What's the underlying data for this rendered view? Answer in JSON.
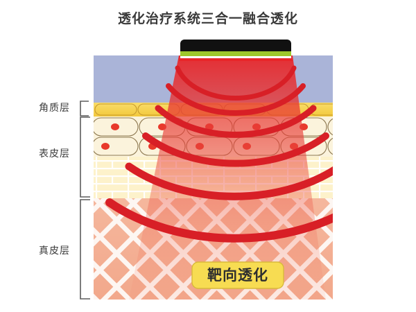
{
  "page": {
    "title": "透化治疗系统三合一融合透化",
    "background_color": "#ffffff"
  },
  "diagram": {
    "name": "skin-penetration-diagram",
    "labels": [
      {
        "id": "stratum-corneum",
        "text": "角质层"
      },
      {
        "id": "epidermis",
        "text": "表皮层"
      },
      {
        "id": "dermis",
        "text": "真皮层"
      }
    ],
    "badge": {
      "text": "靶向透化",
      "fill": "#f7dc52",
      "stroke": "#d8b93a",
      "text_color": "#2f2f2f"
    },
    "device": {
      "name": "treatment-probe",
      "body_color": "#111111",
      "accent_color": "#9ec72b",
      "emitter_color": "#e8262a"
    },
    "colors": {
      "sky": "#aab4d8",
      "corneum": "#f7d24f",
      "corneum_stroke": "#c99b2d",
      "cell_fill": "#fbf3dc",
      "cell_stroke": "#9a8256",
      "nucleus": "#e8392b",
      "epidermis_brick": "#fbf0c8",
      "brick_line": "#ffffff",
      "dermis": "#f2a98c",
      "dermis_mesh": "#fdf6f2",
      "beam": "#e8262a",
      "arc": "#d81f26",
      "bracket": "#5b5b5b"
    },
    "waves": {
      "name": "penetration-arcs",
      "count": 6,
      "description": "concentric red arcs radiating downward from probe into skin layers"
    }
  }
}
